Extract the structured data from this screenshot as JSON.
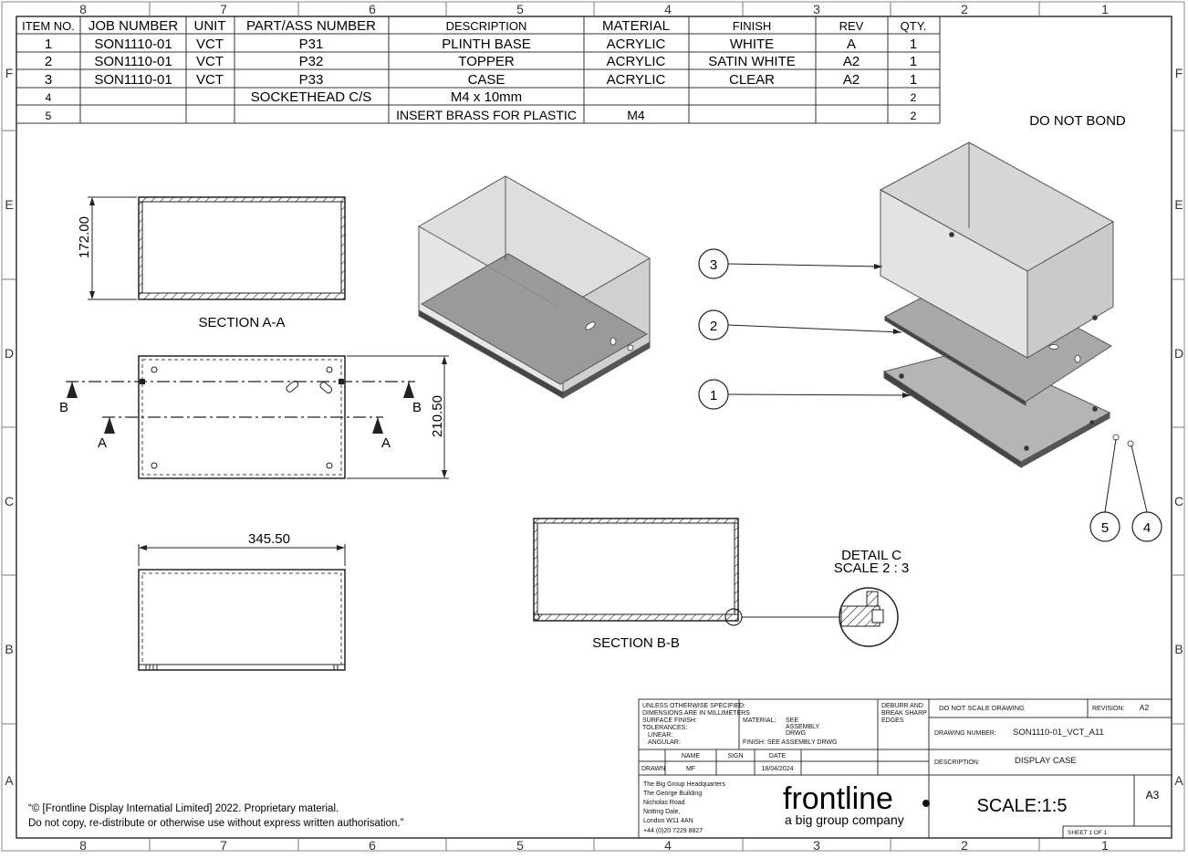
{
  "border": {
    "cols": [
      "8",
      "7",
      "6",
      "5",
      "4",
      "3",
      "2",
      "1"
    ],
    "rows": [
      "F",
      "E",
      "D",
      "C",
      "B",
      "A"
    ]
  },
  "bom": {
    "headers": [
      "ITEM NO.",
      "JOB NUMBER",
      "UNIT",
      "PART/ASS NUMBER",
      "DESCRIPTION",
      "MATERIAL",
      "FINISH",
      "REV",
      "QTY."
    ],
    "rows": [
      [
        "1",
        "SON1110-01",
        "VCT",
        "P31",
        "PLINTH BASE",
        "ACRYLIC",
        "WHITE",
        "A",
        "1"
      ],
      [
        "2",
        "SON1110-01",
        "VCT",
        "P32",
        "TOPPER",
        "ACRYLIC",
        "SATIN WHITE",
        "A2",
        "1"
      ],
      [
        "3",
        "SON1110-01",
        "VCT",
        "P33",
        "CASE",
        "ACRYLIC",
        "CLEAR",
        "A2",
        "1"
      ],
      [
        "4",
        "",
        "",
        "SOCKETHEAD C/S",
        "M4 x 10mm",
        "",
        "",
        "",
        "2"
      ],
      [
        "5",
        "",
        "",
        "",
        "INSERT BRASS FOR PLASTIC",
        "M4",
        "",
        "",
        "2"
      ]
    ]
  },
  "note_do_not_bond": "DO NOT BOND",
  "views": {
    "section_aa": {
      "label": "SECTION A-A",
      "dim": "172.00"
    },
    "top": {
      "dim": "210.50",
      "mark_b": "B",
      "mark_a": "A"
    },
    "front": {
      "dim": "345.50"
    },
    "section_bb": {
      "label": "SECTION B-B"
    },
    "detail": {
      "label": "DETAIL C",
      "scale": "SCALE 2 : 3"
    }
  },
  "balloons": [
    "3",
    "2",
    "1",
    "5",
    "4"
  ],
  "title_block": {
    "notes": [
      "UNLESS OTHERWISE SPECIFIED:",
      "DIMENSIONS ARE IN MILLIMETERS",
      "SURFACE FINISH:",
      "TOLERANCES:",
      "LINEAR:",
      "ANGULAR:"
    ],
    "material_label": "MATERIAL:",
    "material_value": [
      "SEE",
      "ASSEMBLY",
      "DRWG"
    ],
    "finish_text": "FINISH: SEE ASSEMBLY DRWG",
    "deburr": [
      "DEBURR AND",
      "BREAK SHARP",
      "EDGES"
    ],
    "do_not_scale": "DO NOT SCALE DRAWING",
    "revision_label": "REVISION:",
    "revision_value": "A2",
    "drawing_number_label": "DRAWING NUMBER:",
    "drawing_number_value": "SON1110-01_VCT_A11",
    "description_label": "DESCRIPTION:",
    "description_value": "DISPLAY CASE",
    "hdr_name": "NAME",
    "hdr_sign": "SIGN",
    "hdr_date": "DATE",
    "drawn_label": "DRAWN",
    "drawn_name": "MF",
    "drawn_date": "18/04/2024",
    "address": [
      "The Big Group Headquarters",
      "The George Building",
      "Nicholas Road",
      "Notting Dale,",
      "London W11 4AN",
      "+44 (0)20 7229 8827"
    ],
    "logo_text": "frontline",
    "logo_sub": "a big group company",
    "scale": "SCALE:1:5",
    "size": "A3",
    "sheet": "SHEET 1 OF 1"
  },
  "copyright": [
    "“© [Frontline Display Internatial Limited] 2022. Proprietary material.",
    "Do not copy, re-distribute or otherwise use without express written authorisation.”"
  ]
}
